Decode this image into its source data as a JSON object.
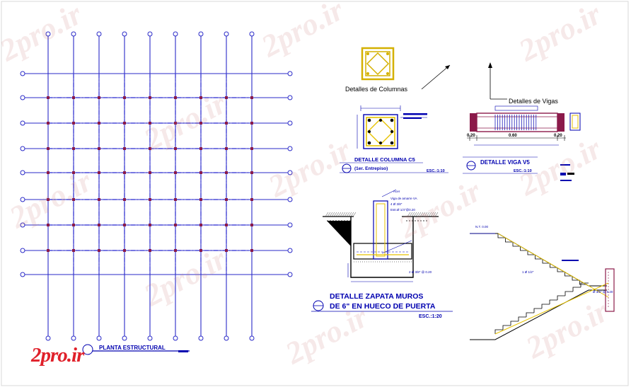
{
  "colors": {
    "grid": "#2a2ac8",
    "axis_dash": "#4a4ad8",
    "node": "#8b1a4a",
    "detail": "#0000b0",
    "column_fill": "#e6c200",
    "watermark": "#c87878",
    "logo": "#e0202a"
  },
  "watermark": {
    "text": "2pro.ir"
  },
  "logo": {
    "text": "2pro.ir"
  },
  "plan": {
    "title": "PLANTA ESTRUCTURAL"
  },
  "columns_detail": {
    "pointer_label": "Detalles de Columnas",
    "title": "DETALLE COLUMNA C5",
    "subtitle": "(1er. Entrepiso)",
    "scale": "ESC.:1:10"
  },
  "beam_detail": {
    "pointer_label": "Detalles de Vigas",
    "title": "DETALLE VIGA V5",
    "scale": "ESC.:1:10",
    "dims": [
      "0.20",
      "0.60",
      "0.20"
    ]
  },
  "footing_detail": {
    "title_line1": "DETALLE ZAPATA MUROS",
    "title_line2": "DE 6\" EN HUECO DE PUERTA",
    "scale": "ESC.:1:20",
    "note1": "Acer",
    "note2": "Viga de amarre VA",
    "note3": "4 Ø 3/8\"",
    "note4": "Estr.Ø 1/4\"@0.20",
    "note5": "2 Ø 3/8\" @ 0.20"
  },
  "stair_detail": {
    "note1": "N.T. 0.00",
    "note2": "1 Ø 1/2\"",
    "note3": "Ø 3/8\" @ 0.20"
  }
}
